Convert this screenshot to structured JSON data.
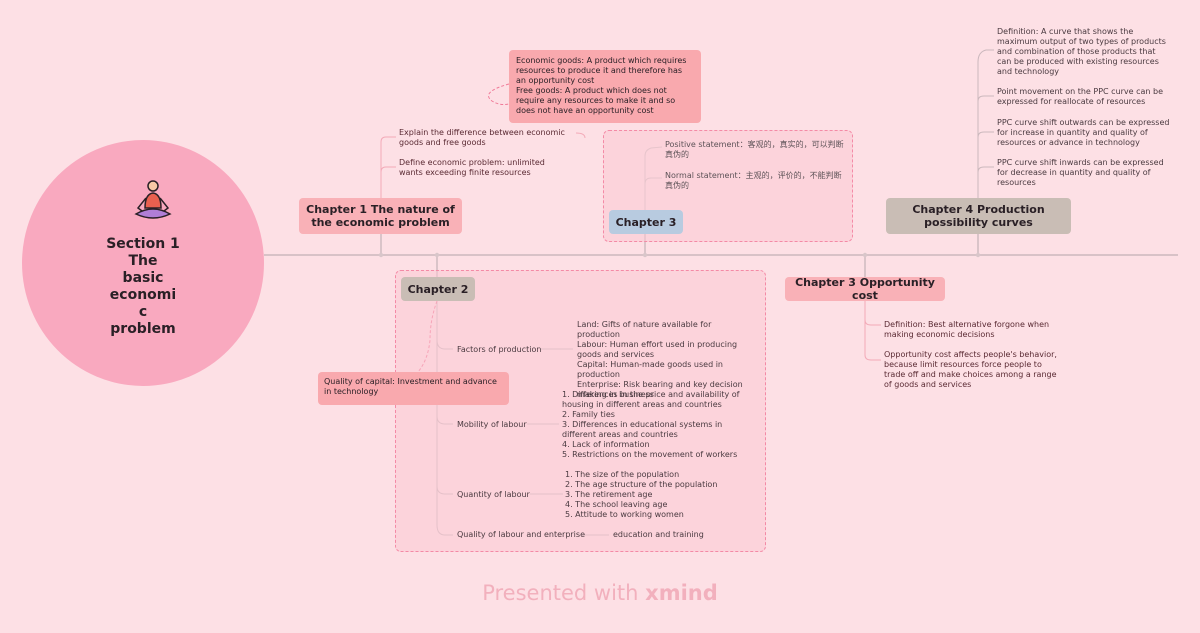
{
  "root": {
    "title": "Section 1\nThe\nbasic\neconomi\nc\nproblem",
    "icon": "meditation-person-icon"
  },
  "chapter1": {
    "title": "Chapter 1 The nature of the economic problem",
    "items": [
      "Explain the difference between economic goods and free goods",
      "Define economic problem: unlimited wants exceeding finite resources"
    ],
    "econ_goods": "Economic goods: A product which requires resources to produce it and therefore has an opportunity cost\nFree goods: A product which does not require any resources to make it and so does not have an opportunity cost"
  },
  "chapter3a": {
    "title": "Chapter 3",
    "items": [
      "Positive statement：客观的，真实的，可以判断真伪的",
      "Normal statement：主观的，评价的，不能判断真伪的"
    ]
  },
  "chapter4": {
    "title": "Chapter 4 Production possibility curves",
    "items": [
      "Definition: A curve that shows the maximum output of two types of products and combination of those products that can be produced with existing resources and technology",
      "Point movement on the PPC curve can be expressed for reallocate of resources",
      "PPC curve shift outwards can be expressed for increase in quantity and quality of resources or advance in technology",
      "PPC curve shift inwards can be expressed for decrease in quantity and quality of resources"
    ]
  },
  "chapter2": {
    "title": "Chapter 2",
    "capital": "Quality of capital: Investment and advance in technology",
    "factors": {
      "label": "Factors of production",
      "detail": "Land: Gifts of nature available for production\nLabour: Human effort used in producing goods and services\nCapital: Human-made goods used in production\nEnterprise: Risk bearing and key decision making in business"
    },
    "mobility": {
      "label": "Mobility of labour",
      "detail": "1. Differences in the price and availability of housing in different areas and countries\n2. Family ties\n3. Differences in educational systems in different areas and countries\n4. Lack of information\n5. Restrictions on the movement of workers"
    },
    "quantity": {
      "label": "Quantity of labour",
      "detail": "1. The size of the population\n2. The age structure of the population\n3. The retirement age\n4. The school leaving age\n5. Attitude to working women"
    },
    "quality": {
      "label": "Quality of labour and enterprise",
      "detail": "education and training"
    }
  },
  "chapter3b": {
    "title": "Chapter 3 Opportunity cost",
    "items": [
      "Definition: Best alternative forgone when making economic decisions",
      "Opportunity cost affects people's behavior, because limit resources force people to trade off and make choices among a range of goods and services"
    ]
  },
  "footer": {
    "presented": "Presented with",
    "brand": "xmind"
  },
  "colors": {
    "background": "#fde0e5",
    "root": "#f9a9bf",
    "chapter": "#f9b1b7",
    "line": "#c9b9bd"
  }
}
